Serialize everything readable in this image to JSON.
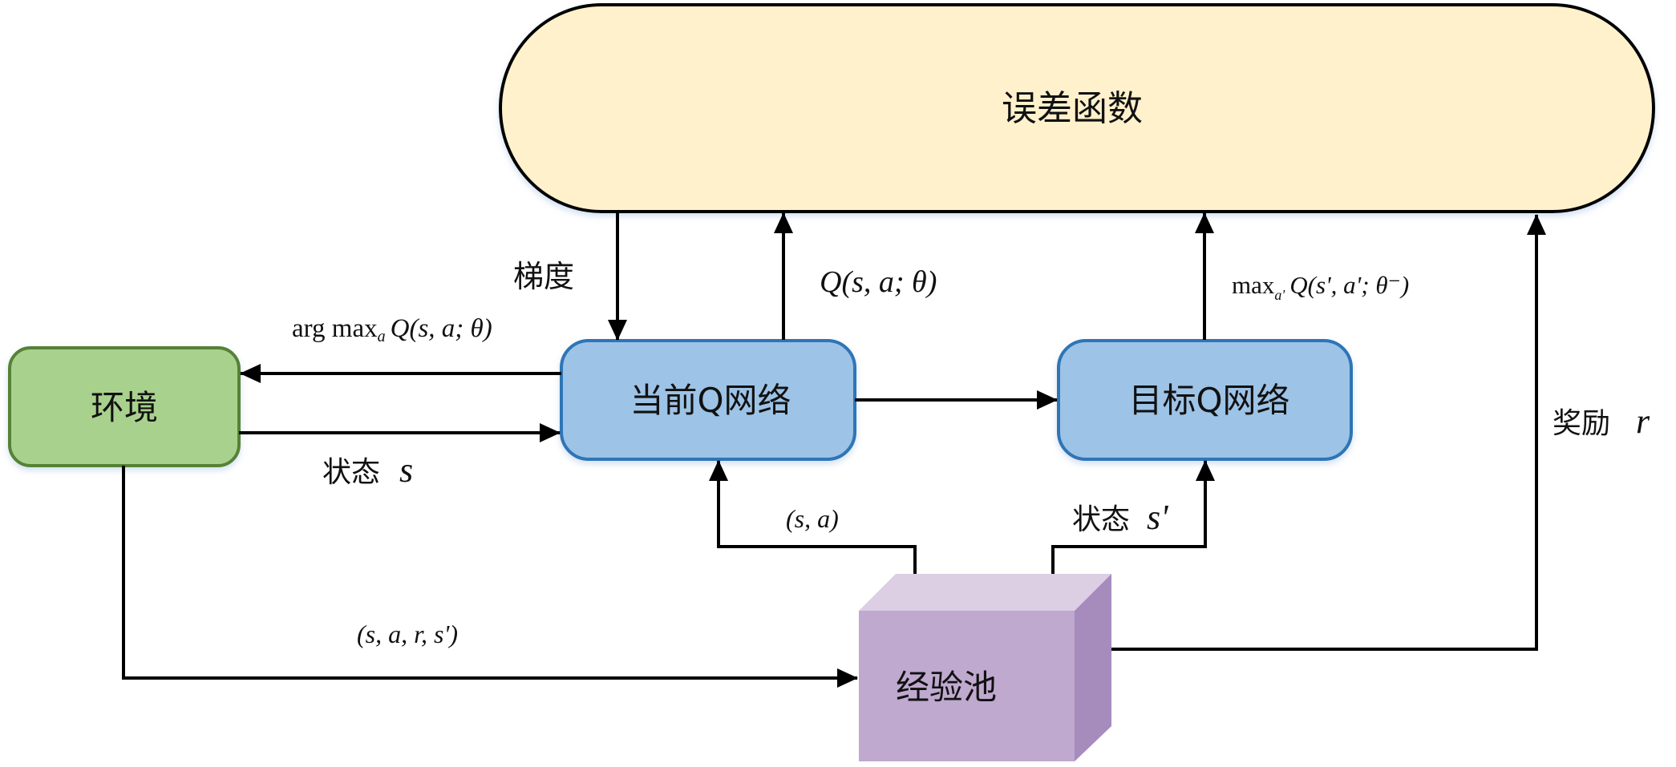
{
  "diagram": {
    "title": "DQN training loop",
    "colors": {
      "error_fill": "#fff1cc",
      "error_stroke": "#000000",
      "env_fill": "#a9d18e",
      "env_stroke": "#548235",
      "qnet_fill": "#9dc3e6",
      "qnet_stroke": "#2e75b6",
      "pool_front": "#bfa9cf",
      "pool_top": "#dccfe3",
      "pool_side": "#a68bbd",
      "arrow": "#000000"
    },
    "nodes": {
      "error_function": {
        "label": "误差函数"
      },
      "environment": {
        "label": "环境"
      },
      "current_q": {
        "label": "当前Q网络"
      },
      "target_q": {
        "label": "目标Q网络"
      },
      "replay_pool": {
        "label": "经验池"
      }
    },
    "edges": {
      "gradient": {
        "label": "梯度",
        "from": "error_function",
        "to": "current_q"
      },
      "q_value": {
        "label_main": "Q",
        "label_args": "(s, a; θ)",
        "from": "current_q",
        "to": "error_function"
      },
      "target_value": {
        "label_prefix": "max",
        "label_sub": "a'",
        "label_main": "Q",
        "label_args": "(s', a'; θ⁻)",
        "from": "target_q",
        "to": "error_function"
      },
      "action": {
        "label_prefix": "arg max",
        "label_sub": "a",
        "label_main": "Q",
        "label_args": "(s, a; θ)",
        "from": "current_q",
        "to": "environment"
      },
      "state": {
        "label_cn": "状态",
        "label_var": "s",
        "from": "environment",
        "to": "current_q"
      },
      "sync": {
        "label": "",
        "from": "current_q",
        "to": "target_q"
      },
      "transition": {
        "label": "(s, a, r, s')",
        "from": "environment",
        "to": "replay_pool"
      },
      "sample_sa": {
        "label": "(s, a)",
        "from": "replay_pool",
        "to": "current_q"
      },
      "next_state": {
        "label_cn": "状态",
        "label_var": "s'",
        "from": "replay_pool",
        "to": "target_q"
      },
      "reward": {
        "label_cn": "奖励",
        "label_var": "r",
        "from": "replay_pool",
        "to": "error_function"
      }
    }
  }
}
